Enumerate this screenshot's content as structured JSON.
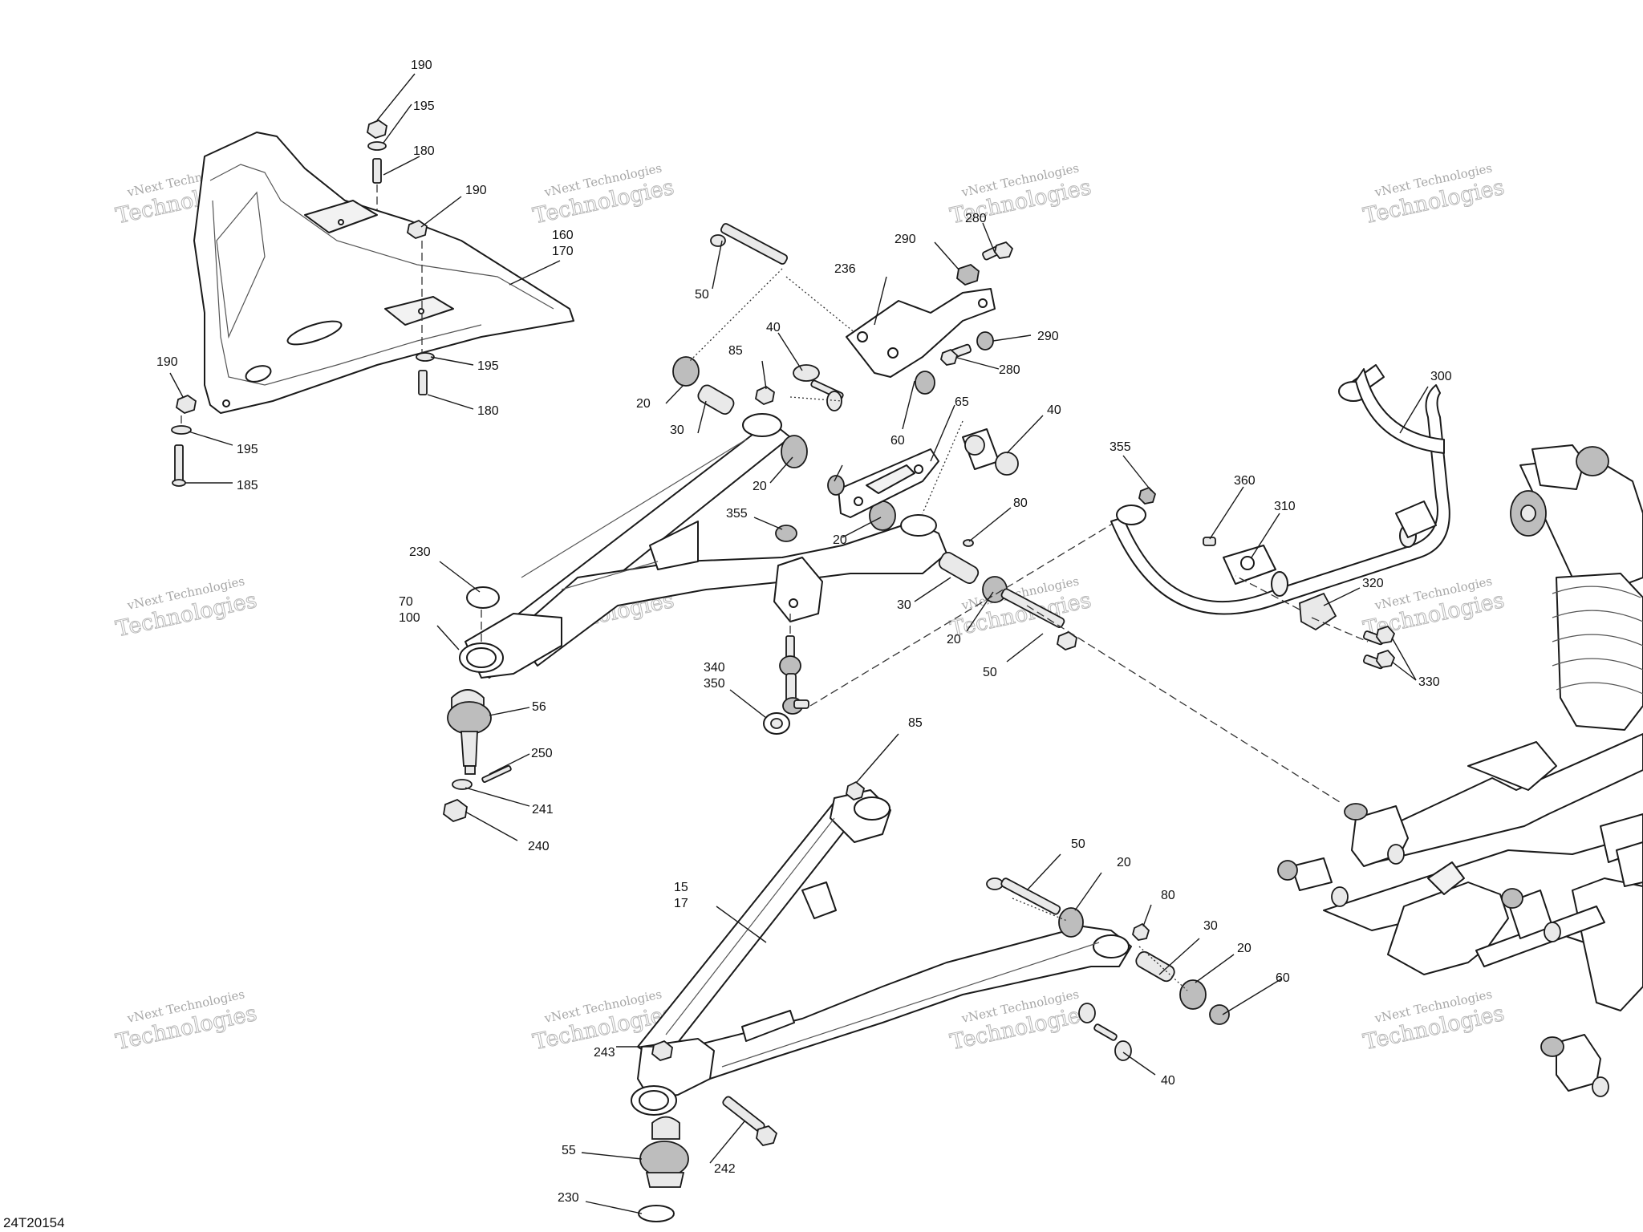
{
  "diagram_ref": "24T20154",
  "watermark": {
    "line1": "vNext Technologies",
    "line2": "Technologies",
    "corner": "vNext"
  },
  "callouts": [
    {
      "label": "190"
    },
    {
      "label": "195"
    },
    {
      "label": "180"
    },
    {
      "label": "190"
    },
    {
      "label": "160"
    },
    {
      "label": "170"
    },
    {
      "label": "190"
    },
    {
      "label": "195"
    },
    {
      "label": "180"
    },
    {
      "label": "195"
    },
    {
      "label": "185"
    },
    {
      "label": "50"
    },
    {
      "label": "280"
    },
    {
      "label": "290"
    },
    {
      "label": "236"
    },
    {
      "label": "290"
    },
    {
      "label": "280"
    },
    {
      "label": "40"
    },
    {
      "label": "85"
    },
    {
      "label": "20"
    },
    {
      "label": "30"
    },
    {
      "label": "20"
    },
    {
      "label": "65"
    },
    {
      "label": "60"
    },
    {
      "label": "40"
    },
    {
      "label": "355"
    },
    {
      "label": "20"
    },
    {
      "label": "80"
    },
    {
      "label": "30"
    },
    {
      "label": "20"
    },
    {
      "label": "50"
    },
    {
      "label": "230"
    },
    {
      "label": "70"
    },
    {
      "label": "100"
    },
    {
      "label": "56"
    },
    {
      "label": "340"
    },
    {
      "label": "350"
    },
    {
      "label": "250"
    },
    {
      "label": "241"
    },
    {
      "label": "240"
    },
    {
      "label": "300"
    },
    {
      "label": "355"
    },
    {
      "label": "360"
    },
    {
      "label": "310"
    },
    {
      "label": "320"
    },
    {
      "label": "330"
    },
    {
      "label": "85"
    },
    {
      "label": "15"
    },
    {
      "label": "17"
    },
    {
      "label": "50"
    },
    {
      "label": "20"
    },
    {
      "label": "80"
    },
    {
      "label": "30"
    },
    {
      "label": "20"
    },
    {
      "label": "60"
    },
    {
      "label": "40"
    },
    {
      "label": "243"
    },
    {
      "label": "242"
    },
    {
      "label": "55"
    },
    {
      "label": "230"
    }
  ]
}
